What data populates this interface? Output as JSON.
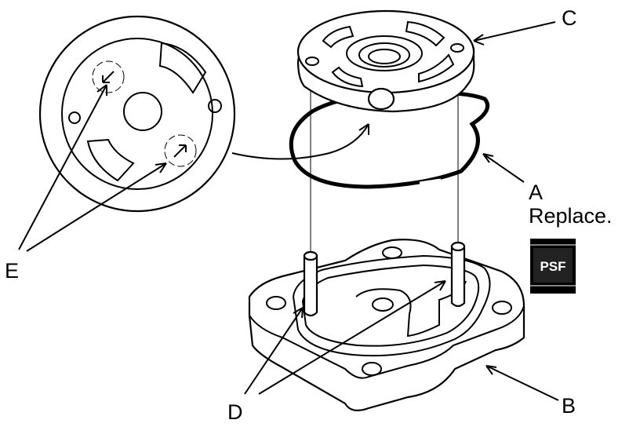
{
  "callouts": {
    "a": {
      "letter": "A",
      "note": "Replace."
    },
    "b": {
      "letter": "B"
    },
    "c": {
      "letter": "C"
    },
    "d": {
      "letter": "D"
    },
    "e": {
      "letter": "E"
    }
  },
  "psf_label": {
    "text": "PSF"
  },
  "colors": {
    "ink": "#000000",
    "paper": "#ffffff"
  }
}
